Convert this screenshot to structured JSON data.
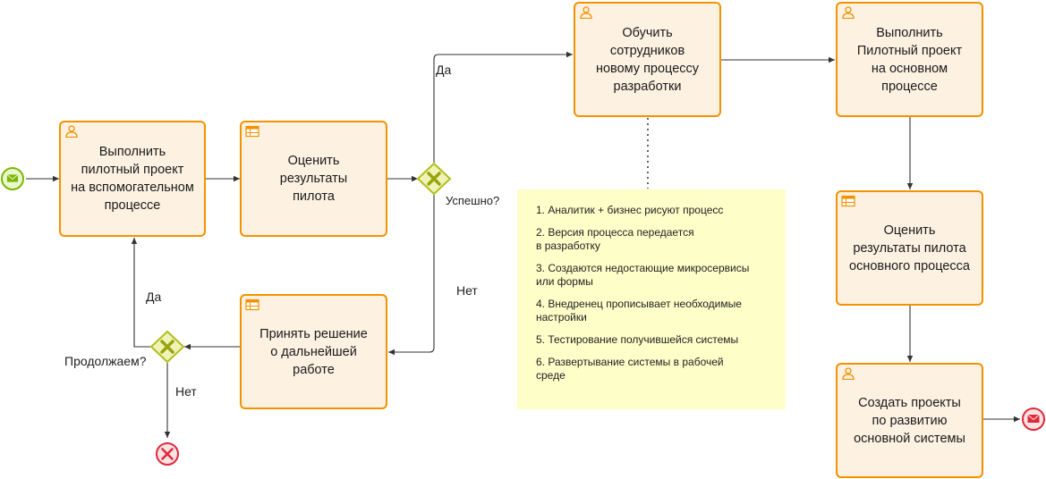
{
  "tasks": {
    "pilot_aux": "Выполнить\nпилотный проект\nна вспомогательном\nпроцессе",
    "evaluate_pilot": "Оценить\nрезультаты\nпилота",
    "decide_further": "Принять решение\nо дальнейшей\nработе",
    "train_staff": "Обучить\nсотрудников\nновому процессу\nразработки",
    "pilot_main": "Выполнить\nПилотный проект\nна основном\nпроцессе",
    "evaluate_main": "Оценить\nрезультаты пилота\nосновного процесса",
    "create_projects": "Создать проекты\nпо развитию\nосновной системы"
  },
  "labels": {
    "success_question": "Успешно?",
    "yes_top": "Да",
    "no_right": "Нет",
    "continue_question": "Продолжаем?",
    "yes_left": "Да",
    "no_bottom": "Нет"
  },
  "note": {
    "items": [
      "1. Аналитик + бизнес рисуют процесс",
      "2. Версия процесса передается\nв разработку",
      "3. Создаются недостающие микросервисы\nили формы",
      "4. Внедренец прописывает необходимые\nнастройки",
      "5. Тестирование получившейся системы",
      "6. Развертывание системы в рабочей\nсреде"
    ]
  },
  "colors": {
    "task_fill": "#fdf1e2",
    "task_border": "#f39200",
    "gateway_fill": "#eef4b8",
    "gateway_border": "#b3bd1c",
    "start_event": "#7ab800",
    "end_event": "#dd2a3c",
    "note_fill": "#fefec8",
    "connector": "#333333"
  }
}
